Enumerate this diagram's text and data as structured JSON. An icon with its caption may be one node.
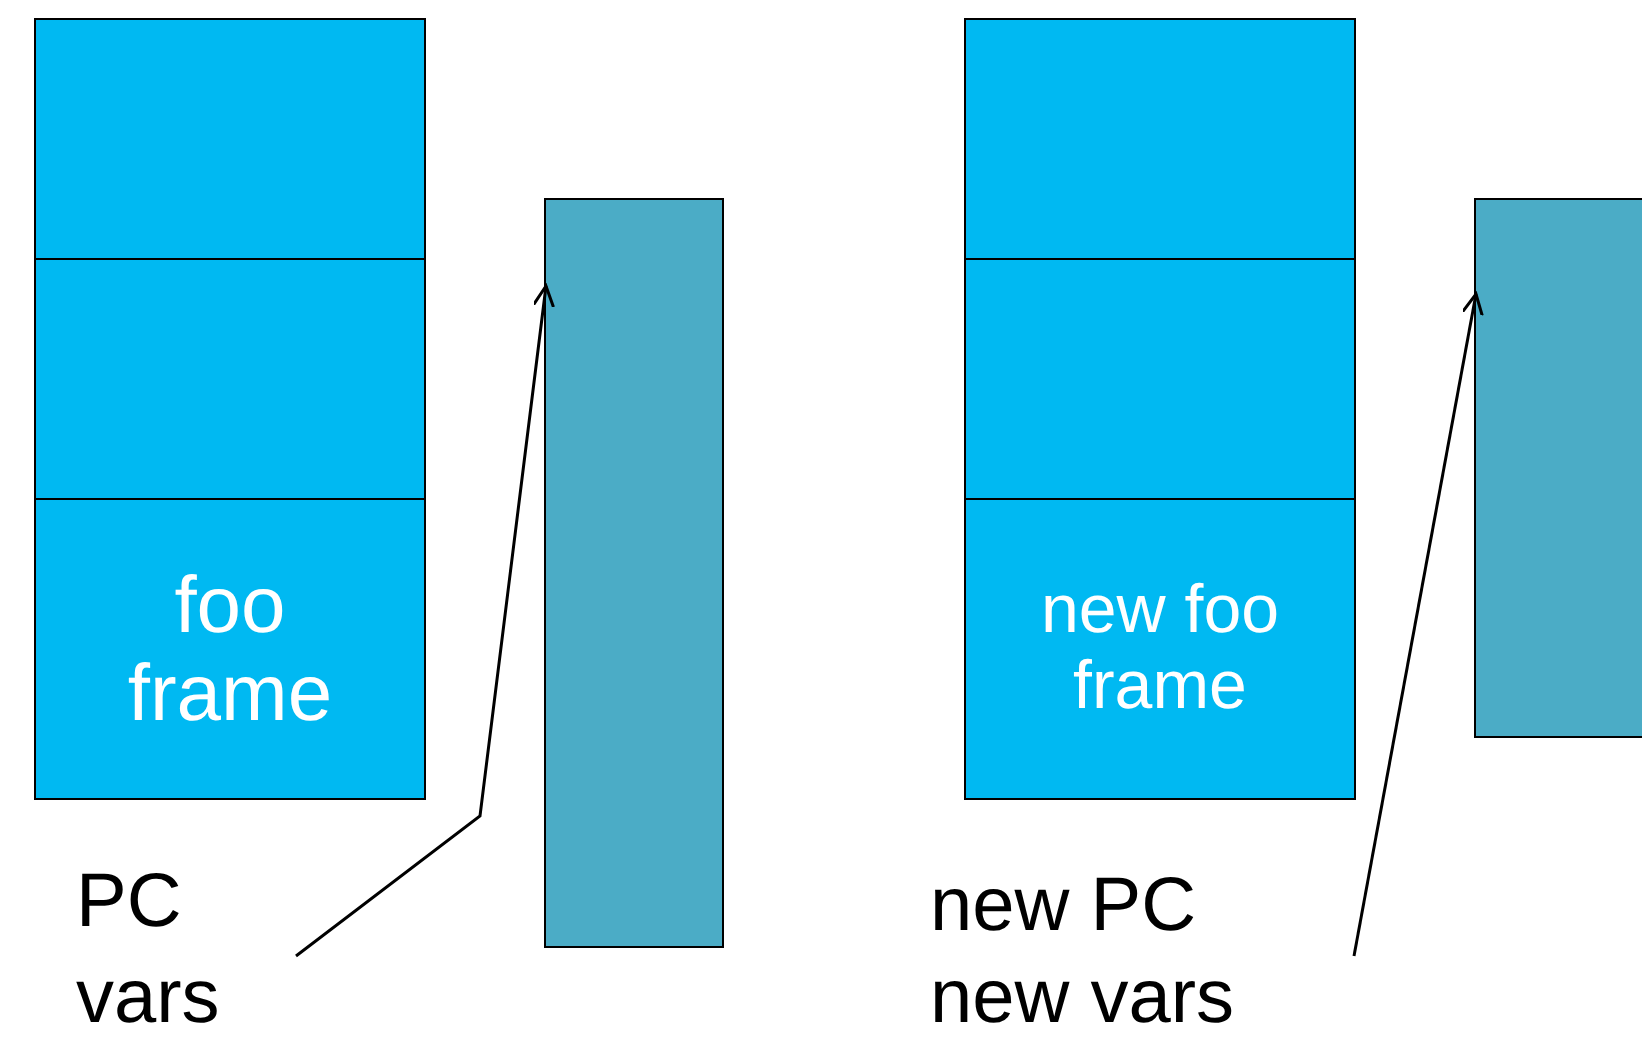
{
  "diagram": {
    "nodes": [
      {
        "text": [],
        "shape": "box"
      },
      {
        "text": [],
        "shape": "box"
      },
      {
        "text": [
          "foo frame"
        ]
      },
      {
        "text": [],
        "shape": "box"
      },
      {
        "text": [
          "PC"
        ]
      },
      {
        "text": [
          "vars"
        ]
      },
      {
        "text": [],
        "shape": "box"
      },
      {
        "text": [],
        "shape": "box"
      },
      {
        "text": [
          "new foo frame"
        ]
      },
      {
        "text": [],
        "shape": "box"
      },
      {
        "text": [
          "new PC"
        ]
      },
      {
        "text": [
          "new vars"
        ]
      }
    ],
    "edges": [
      {
        "from": 5,
        "to": 3,
        "arrow": "to"
      },
      {
        "from": 11,
        "to": 9,
        "arrow": "to"
      }
    ]
  }
}
